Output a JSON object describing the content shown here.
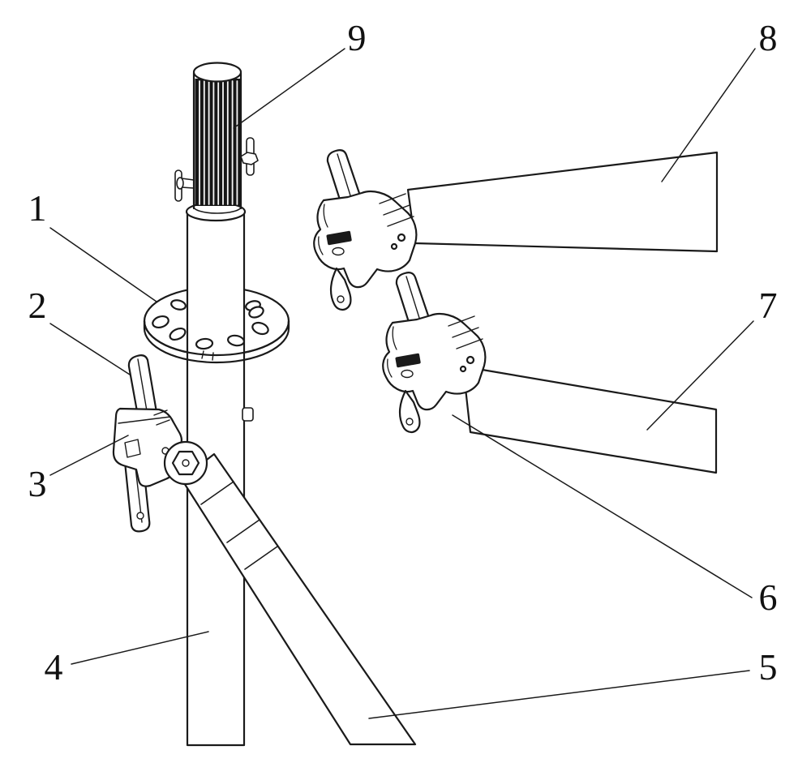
{
  "figure": {
    "background_color": "#ffffff",
    "line_color": "#1a1a1a",
    "spigot_fill_color": "#161616",
    "labels": [
      {
        "text": "1"
      },
      {
        "text": "2"
      },
      {
        "text": "3"
      },
      {
        "text": "4"
      },
      {
        "text": "5"
      },
      {
        "text": "6"
      },
      {
        "text": "7"
      },
      {
        "text": "8"
      },
      {
        "text": "9"
      }
    ]
  }
}
